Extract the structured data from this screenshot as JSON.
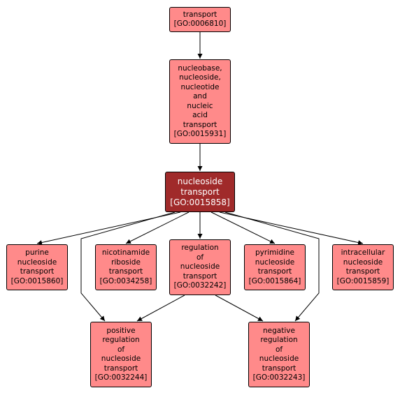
{
  "nodes": [
    {
      "id": "transport",
      "lines": [
        "transport",
        "[GO:0006810]"
      ]
    },
    {
      "id": "nucleobase",
      "lines": [
        "nucleobase,",
        "nucleoside,",
        "nucleotide",
        "and",
        "nucleic",
        "acid",
        "transport",
        "[GO:0015931]"
      ]
    },
    {
      "id": "nucleoside",
      "lines": [
        "nucleoside",
        "transport",
        "[GO:0015858]"
      ],
      "focus": true
    },
    {
      "id": "purine",
      "lines": [
        "purine",
        "nucleoside",
        "transport",
        "[GO:0015860]"
      ]
    },
    {
      "id": "nicotinamide",
      "lines": [
        "nicotinamide",
        "riboside",
        "transport",
        "[GO:0034258]"
      ]
    },
    {
      "id": "regulation",
      "lines": [
        "regulation",
        "of",
        "nucleoside",
        "transport",
        "[GO:0032242]"
      ]
    },
    {
      "id": "pyrimidine",
      "lines": [
        "pyrimidine",
        "nucleoside",
        "transport",
        "[GO:0015864]"
      ]
    },
    {
      "id": "intracellular",
      "lines": [
        "intracellular",
        "nucleoside",
        "transport",
        "[GO:0015859]"
      ]
    },
    {
      "id": "positive",
      "lines": [
        "positive",
        "regulation",
        "of",
        "nucleoside",
        "transport",
        "[GO:0032244]"
      ]
    },
    {
      "id": "negative",
      "lines": [
        "negative",
        "regulation",
        "of",
        "nucleoside",
        "transport",
        "[GO:0032243]"
      ]
    }
  ],
  "edges": [
    {
      "from": "transport",
      "to": "nucleobase"
    },
    {
      "from": "nucleobase",
      "to": "nucleoside"
    },
    {
      "from": "nucleoside",
      "to": "purine"
    },
    {
      "from": "nucleoside",
      "to": "nicotinamide"
    },
    {
      "from": "nucleoside",
      "to": "regulation"
    },
    {
      "from": "nucleoside",
      "to": "pyrimidine"
    },
    {
      "from": "nucleoside",
      "to": "intracellular"
    },
    {
      "from": "nucleoside",
      "to": "positive"
    },
    {
      "from": "nucleoside",
      "to": "negative"
    },
    {
      "from": "regulation",
      "to": "positive"
    },
    {
      "from": "regulation",
      "to": "negative"
    }
  ],
  "colors": {
    "node": "#ff8a8a",
    "focus": "#a02a2a",
    "border": "#000000",
    "edge": "#000000"
  }
}
